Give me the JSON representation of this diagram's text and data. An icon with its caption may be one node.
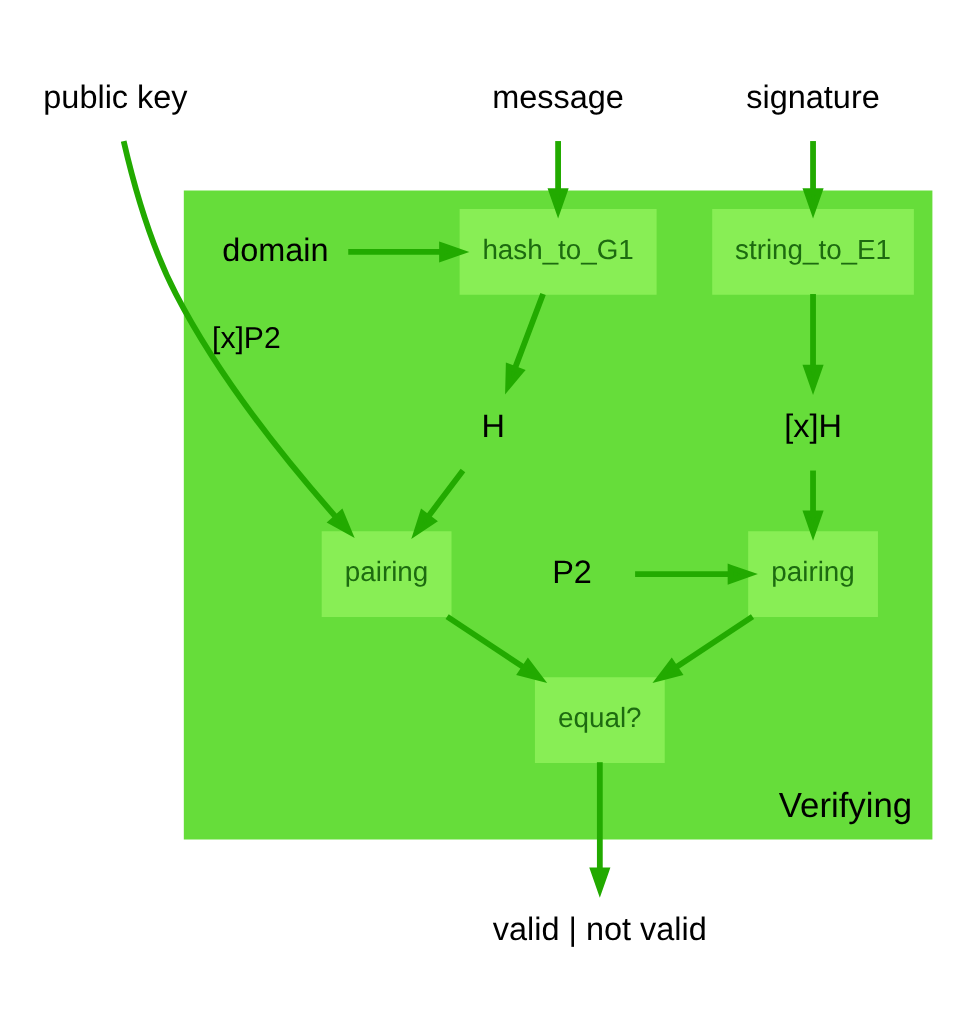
{
  "diagram": {
    "nodes": [
      {
        "text": [
          "Verifying"
        ]
      },
      {
        "text": [
          "public key"
        ]
      },
      {
        "text": [
          "message"
        ]
      },
      {
        "text": [
          "signature"
        ]
      },
      {
        "text": [
          "hash_to_G1"
        ],
        "in": 0
      },
      {
        "text": [
          "domain"
        ],
        "in": 0
      },
      {
        "text": [
          "string_to_E1"
        ],
        "in": 0
      },
      {
        "text": [
          "H"
        ],
        "in": 0
      },
      {
        "text": [
          "[x]H"
        ],
        "in": 0
      },
      {
        "text": [
          "pairing"
        ],
        "in": 0
      },
      {
        "text": [
          "pairing"
        ],
        "in": 0
      },
      {
        "text": [
          "P2"
        ],
        "in": 0
      },
      {
        "text": [
          "equal?"
        ],
        "in": 0
      },
      {
        "text": [
          "valid | not valid"
        ]
      }
    ],
    "edges": [
      {
        "from": 1,
        "to": 9,
        "arrow": "to",
        "label": "[x]P2"
      },
      {
        "from": 2,
        "to": 4,
        "arrow": "to"
      },
      {
        "from": 5,
        "to": 4,
        "arrow": "to"
      },
      {
        "from": 3,
        "to": 6,
        "arrow": "to"
      },
      {
        "from": 4,
        "to": 7,
        "arrow": "to"
      },
      {
        "from": 6,
        "to": 8,
        "arrow": "to"
      },
      {
        "from": 7,
        "to": 9,
        "arrow": "to"
      },
      {
        "from": 8,
        "to": 10,
        "arrow": "to"
      },
      {
        "from": 11,
        "to": 10,
        "arrow": "to"
      },
      {
        "from": 9,
        "to": 12,
        "arrow": "to"
      },
      {
        "from": 10,
        "to": 12,
        "arrow": "to"
      },
      {
        "from": 12,
        "to": 13,
        "arrow": "to"
      }
    ]
  }
}
